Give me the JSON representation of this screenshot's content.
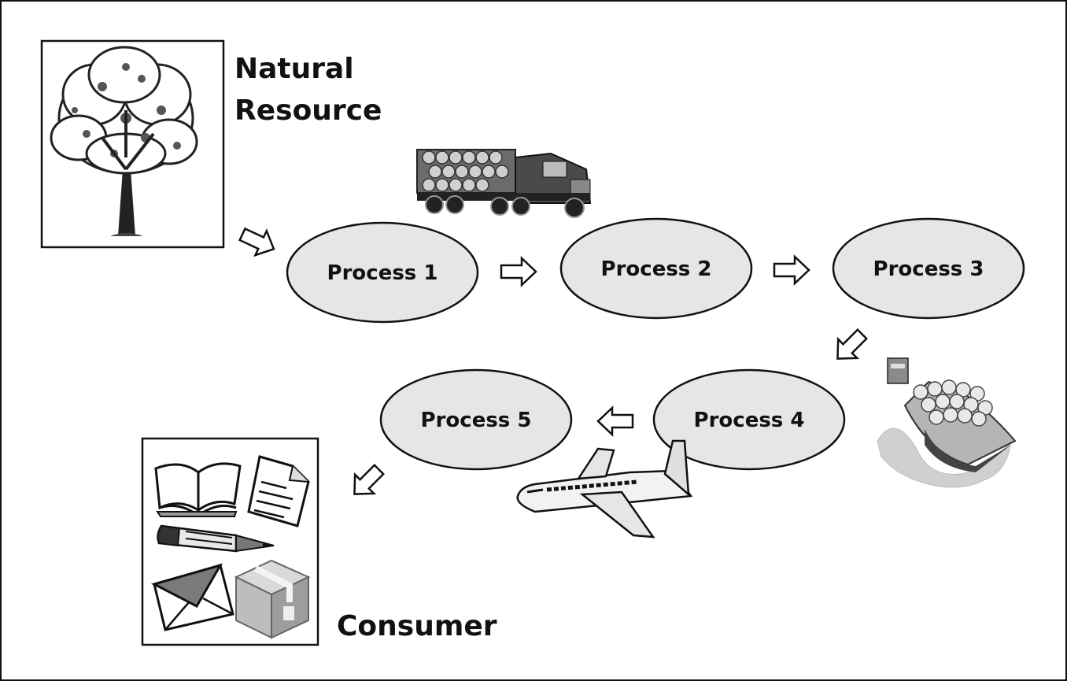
{
  "diagram": {
    "source": {
      "title_line1": "Natural",
      "title_line2": "Resource",
      "icon": "tree-icon"
    },
    "processes": [
      {
        "label": "Process 1"
      },
      {
        "label": "Process 2"
      },
      {
        "label": "Process 3"
      },
      {
        "label": "Process 4"
      },
      {
        "label": "Process 5"
      }
    ],
    "consumer": {
      "title": "Consumer",
      "icons": [
        "book-icon",
        "document-icon",
        "pencil-icon",
        "envelope-icon",
        "box-icon"
      ]
    },
    "transport_icons": [
      "logging-truck-icon",
      "cargo-ship-icon",
      "airplane-icon"
    ],
    "colors": {
      "ellipse_fill": "#e6e6e6",
      "stroke": "#111111",
      "background": "#ffffff"
    }
  }
}
